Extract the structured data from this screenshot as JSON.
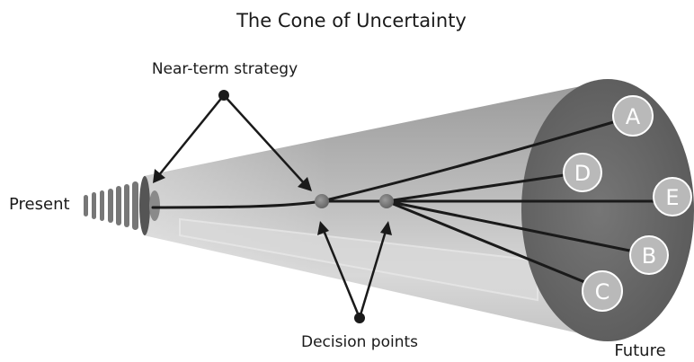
{
  "title": "The Cone of Uncertainty",
  "labels": {
    "present": "Present",
    "future": "Future",
    "near_term_strategy": "Near-term strategy",
    "decision_points": "Decision points"
  },
  "outcomes": [
    "A",
    "D",
    "E",
    "B",
    "C"
  ],
  "colors": {
    "cone_light": "#d6d6d6",
    "cone_dark": "#8e8e8e",
    "ellipse": "#6b6b6b",
    "outcome_fill": "#b9b9b9",
    "line": "#1a1a1a",
    "decision_point": "#7b7b7b",
    "background": "#ffffff"
  }
}
